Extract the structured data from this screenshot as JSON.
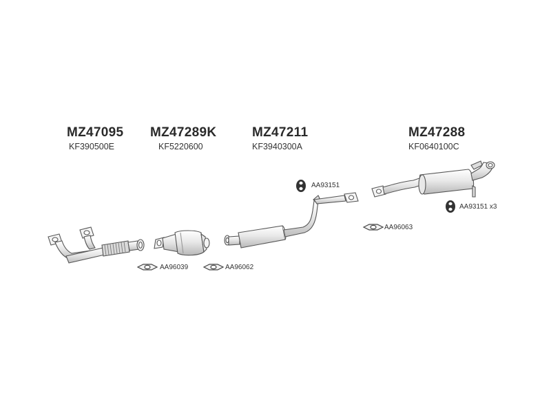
{
  "parts": [
    {
      "number": "MZ47095",
      "ref": "KF390500E"
    },
    {
      "number": "MZ47289K",
      "ref": "KF5220600"
    },
    {
      "number": "MZ47211",
      "ref": "KF3940300A"
    },
    {
      "number": "MZ47288",
      "ref": "KF0640100C"
    }
  ],
  "callouts": {
    "hanger_1": "AA93151",
    "hanger_2": "AA93151 x3",
    "gasket_1": "AA96039",
    "gasket_2": "AA96062",
    "gasket_3": "AA96063"
  },
  "icons": {
    "rubber_hanger": "rubber-hanger-icon",
    "gasket": "gasket-icon"
  },
  "colors": {
    "line": "#555555",
    "fill": "#f2f2f2",
    "dark": "#333333"
  }
}
